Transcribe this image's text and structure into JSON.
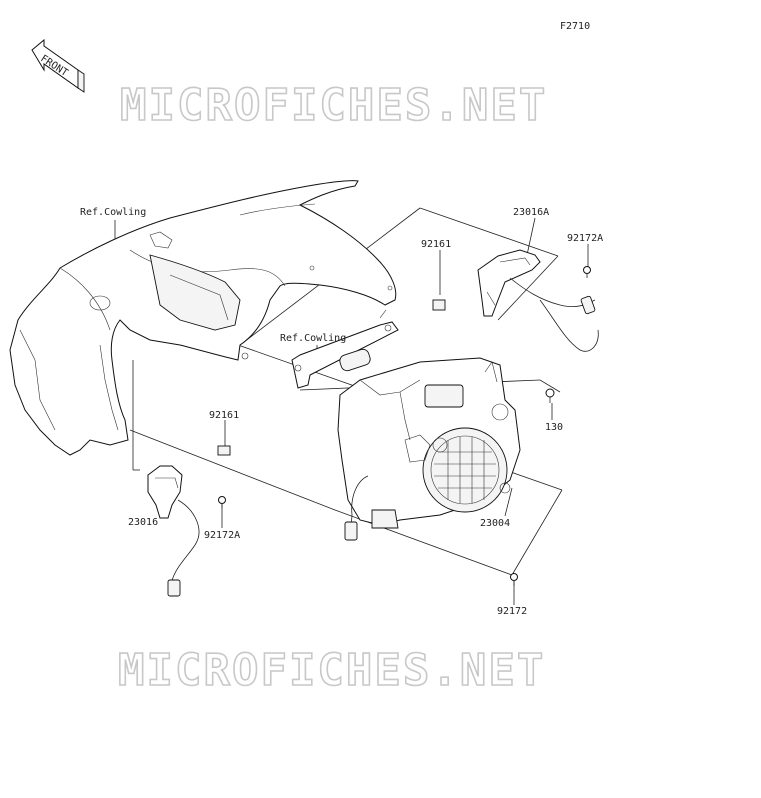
{
  "figure_code": "F2710",
  "front_label": "FRONT",
  "watermark": "MICROFICHES.NET",
  "callouts": {
    "ref_cowling_1": "Ref.Cowling",
    "ref_cowling_2": "Ref.Cowling",
    "p23016A": "23016A",
    "p92172A_top": "92172A",
    "p92161_top": "92161",
    "p130": "130",
    "p92161_left": "92161",
    "p23016": "23016",
    "p92172A_left": "92172A",
    "p23004": "23004",
    "p92172": "92172"
  }
}
